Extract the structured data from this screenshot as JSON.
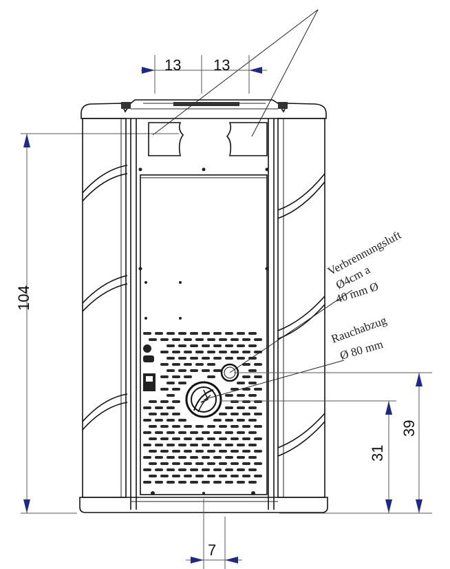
{
  "diagram": {
    "dimensions": {
      "top_left": "13",
      "top_right": "13",
      "height_total": "104",
      "bottom_offset": "7",
      "flue_height": "31",
      "air_inlet_height": "39"
    },
    "labels": {
      "combustion_air_line1": "Verbrennungsluft",
      "combustion_air_line2": "Ø4cm a",
      "combustion_air_line3": "40 mm Ø",
      "flue_line1": "Rauchabzug",
      "flue_line2": "Ø 80 mm"
    },
    "colors": {
      "arrow": "#1e2a8a",
      "outline": "#111111"
    }
  }
}
